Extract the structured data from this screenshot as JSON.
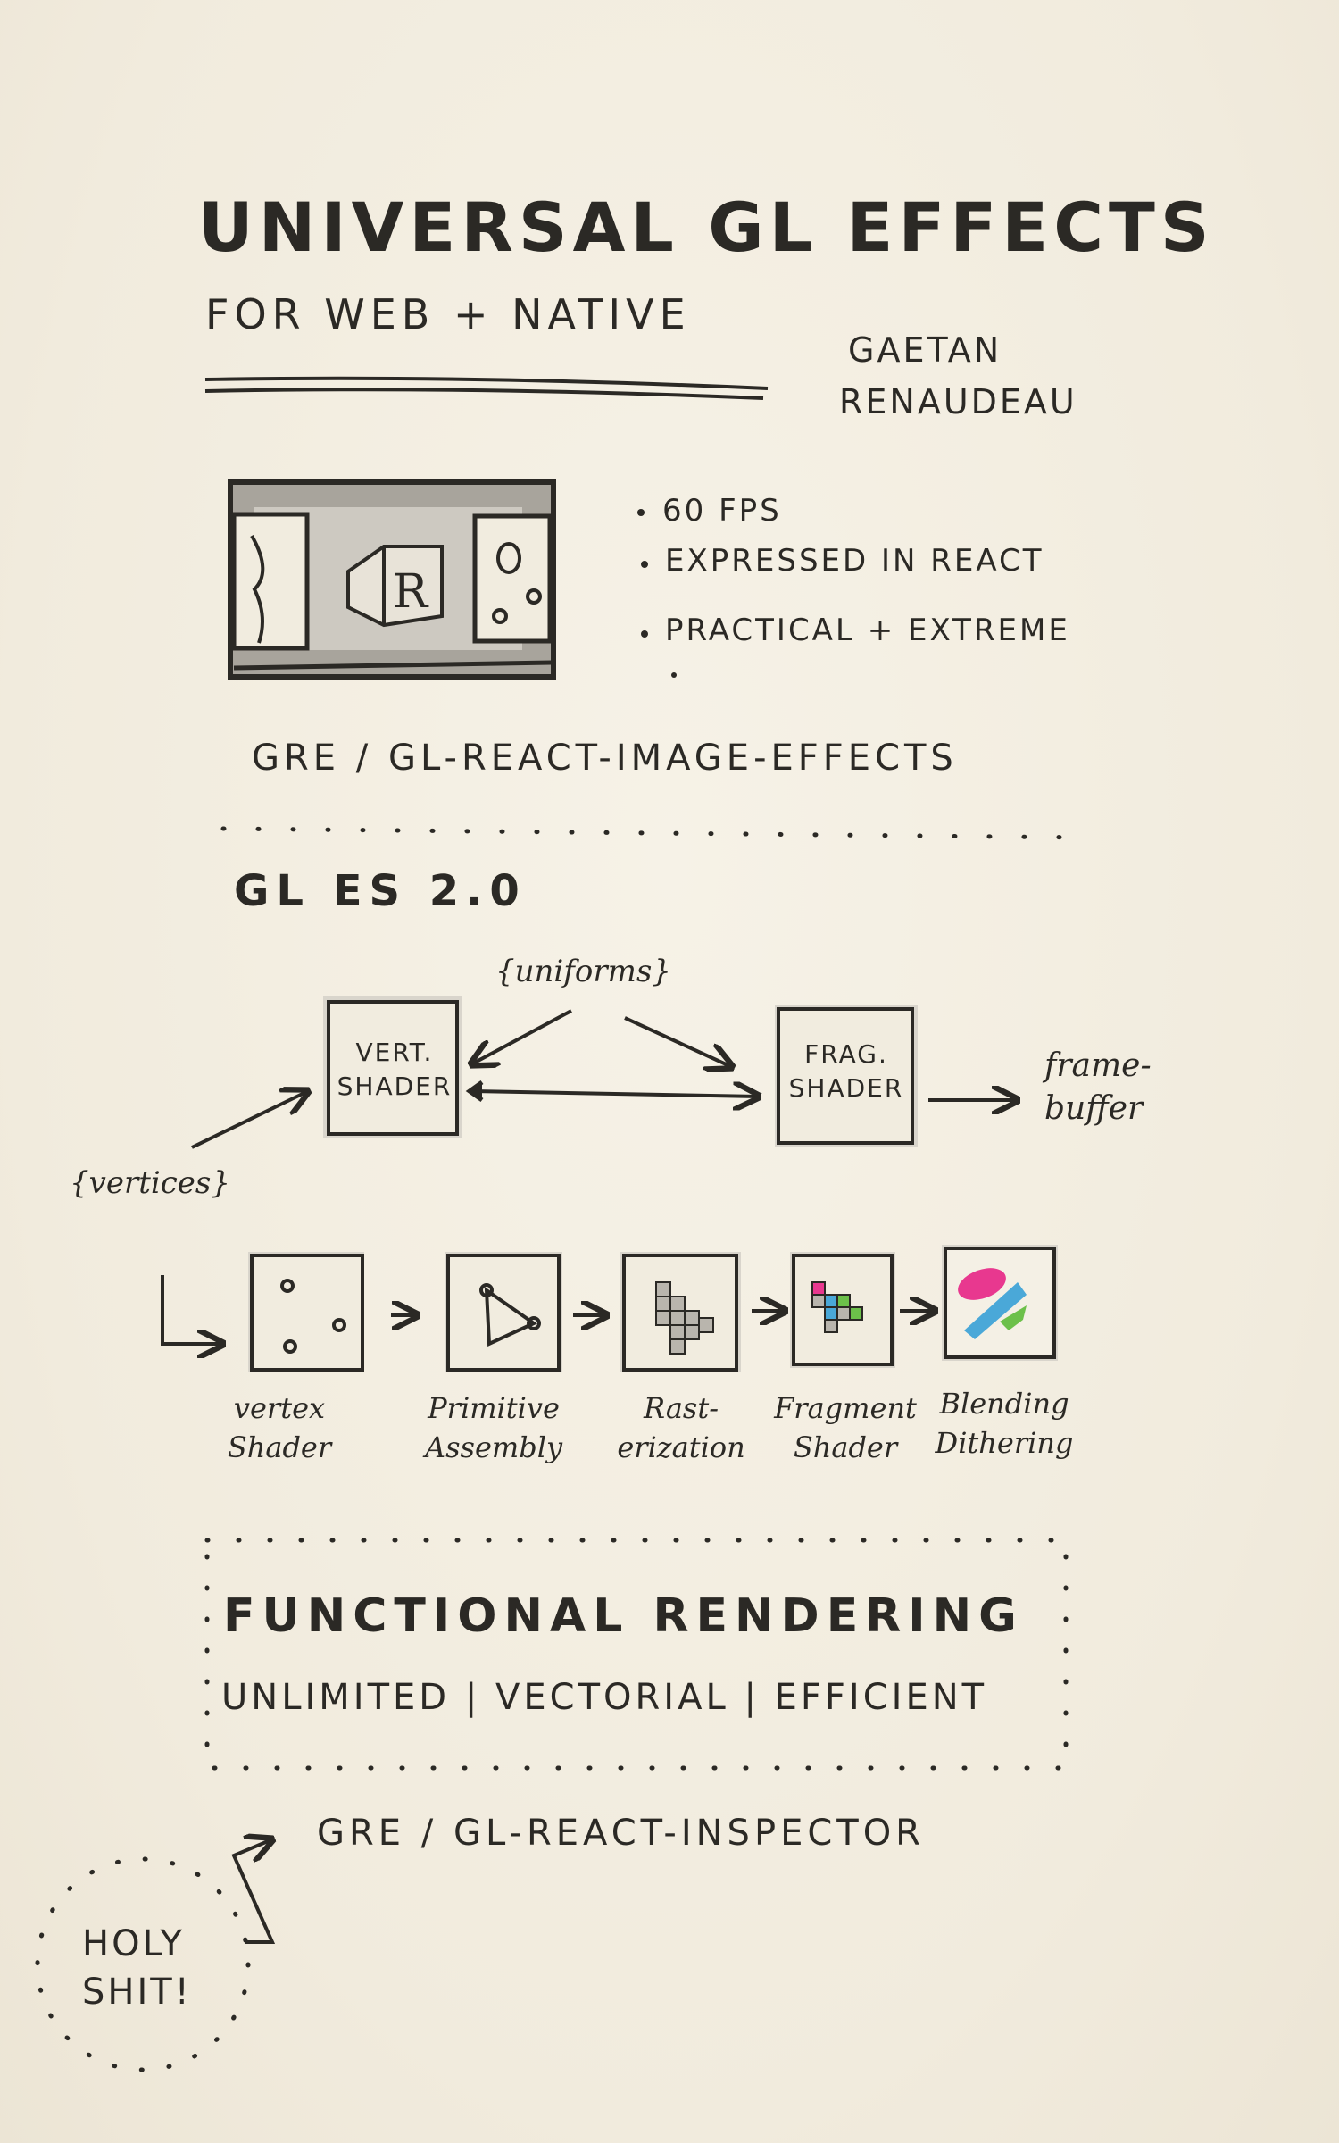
{
  "header": {
    "title": "UNIVERSAL GL EFFECTS",
    "subtitle": "FOR WEB + NATIVE",
    "author_first": "GAETAN",
    "author_last": "RENAUDEAU"
  },
  "features": [
    "60 FPS",
    "EXPRESSED IN REACT",
    "PRACTICAL + EXTREME"
  ],
  "repo_effects": "GRE / GL-REACT-IMAGE-EFFECTS",
  "gl_section": {
    "heading": "GL ES 2.0",
    "uniforms": "{uniforms}",
    "vertices": "{vertices}",
    "vert_shader": [
      "VERT.",
      "SHADER"
    ],
    "frag_shader": [
      "FRAG.",
      "SHADER"
    ],
    "framebuffer": [
      "frame-",
      "buffer"
    ]
  },
  "pipeline": [
    {
      "label": [
        "vertex",
        "Shader"
      ]
    },
    {
      "label": [
        "Primitive",
        "Assembly"
      ]
    },
    {
      "label": [
        "Rast-",
        "erization"
      ]
    },
    {
      "label": [
        "Fragment",
        "Shader"
      ]
    },
    {
      "label": [
        "Blending",
        "Dithering"
      ]
    }
  ],
  "functional": {
    "heading": "FUNCTIONAL RENDERING",
    "traits": "UNLIMITED | VECTORIAL | EFFICIENT"
  },
  "repo_inspector": "GRE / GL-REACT-INSPECTOR",
  "exclaim": [
    "HOLY",
    "SHIT!"
  ],
  "colors": {
    "paper": "#f3eee2",
    "ink": "#2b2925",
    "marker_grey": "#b9b5ad",
    "pink": "#e8388f",
    "blue": "#4aa8d8",
    "green": "#6cc04a"
  }
}
